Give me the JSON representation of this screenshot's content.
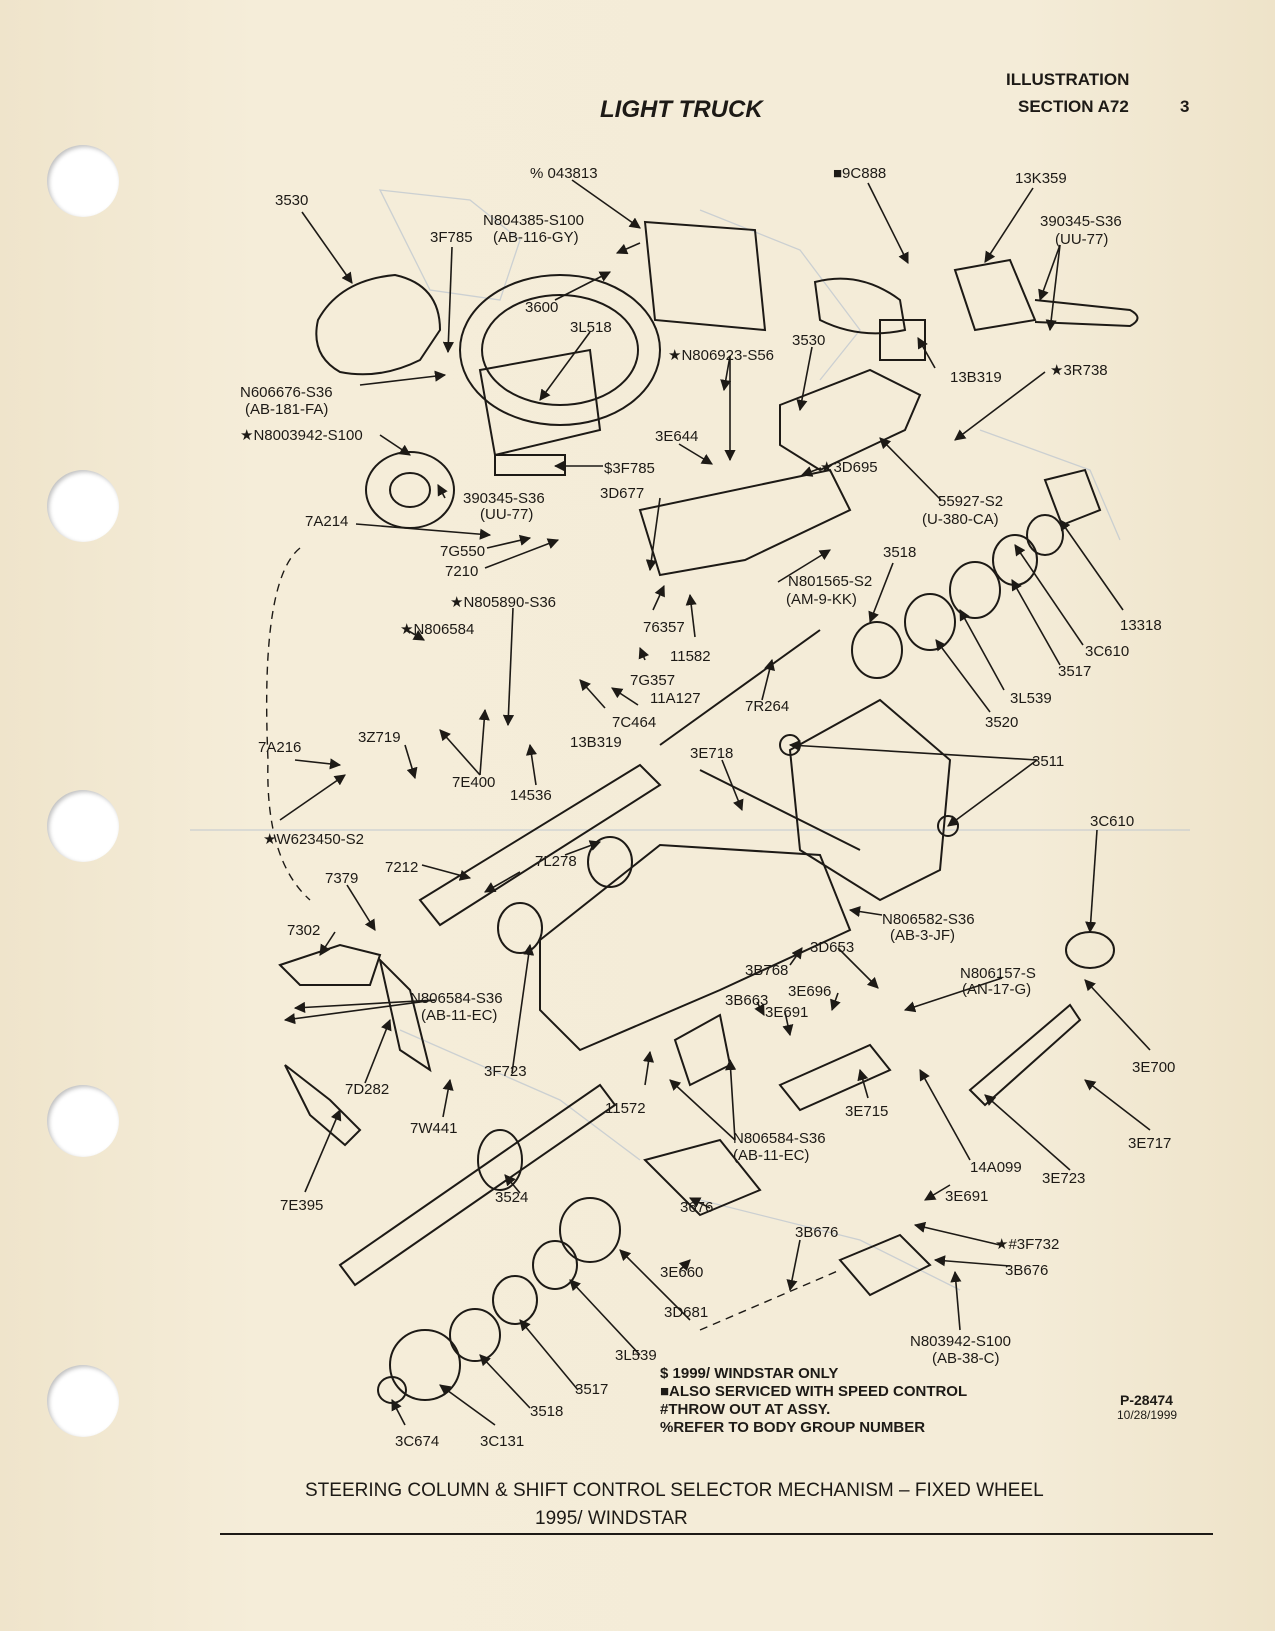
{
  "header": {
    "title": "LIGHT TRUCK",
    "illustration": "ILLUSTRATION",
    "section": "SECTION A72",
    "page_number": "3"
  },
  "callouts": [
    {
      "id": "c0",
      "text": "3530"
    },
    {
      "id": "c1",
      "text": "3F785"
    },
    {
      "id": "c2",
      "text": "% 043813"
    },
    {
      "id": "c3",
      "text": "N804385-S100"
    },
    {
      "id": "c4",
      "text": "(AB-116-GY)"
    },
    {
      "id": "c5",
      "text": "■9C888"
    },
    {
      "id": "c6",
      "text": "13K359"
    },
    {
      "id": "c7",
      "text": "390345-S36"
    },
    {
      "id": "c8",
      "text": "(UU-77)"
    },
    {
      "id": "c9",
      "text": "3600"
    },
    {
      "id": "c10",
      "text": "3L518"
    },
    {
      "id": "c11",
      "text": "3530"
    },
    {
      "id": "c12",
      "text": "★N806923-S56"
    },
    {
      "id": "c13",
      "text": "13B319"
    },
    {
      "id": "c14",
      "text": "★3R738"
    },
    {
      "id": "c15",
      "text": "N606676-S36"
    },
    {
      "id": "c16",
      "text": "(AB-181-FA)"
    },
    {
      "id": "c17",
      "text": "★N8003942-S100"
    },
    {
      "id": "c18",
      "text": "3E644"
    },
    {
      "id": "c19",
      "text": "$3F785"
    },
    {
      "id": "c20",
      "text": "★3D695"
    },
    {
      "id": "c21",
      "text": "390345-S36"
    },
    {
      "id": "c22",
      "text": "(UU-77)"
    },
    {
      "id": "c23",
      "text": "3D677"
    },
    {
      "id": "c24",
      "text": "55927-S2"
    },
    {
      "id": "c25",
      "text": "(U-380-CA)"
    },
    {
      "id": "c26",
      "text": "7A214"
    },
    {
      "id": "c27",
      "text": "7G550"
    },
    {
      "id": "c28",
      "text": "7210"
    },
    {
      "id": "c29",
      "text": "3518"
    },
    {
      "id": "c30",
      "text": "N801565-S2"
    },
    {
      "id": "c31",
      "text": "(AM-9-KK)"
    },
    {
      "id": "c32",
      "text": "★N805890-S36"
    },
    {
      "id": "c33",
      "text": "76357"
    },
    {
      "id": "c34",
      "text": "13318"
    },
    {
      "id": "c35",
      "text": "★N806584"
    },
    {
      "id": "c36",
      "text": "11582"
    },
    {
      "id": "c37",
      "text": "3C610"
    },
    {
      "id": "c38",
      "text": "3517"
    },
    {
      "id": "c39",
      "text": "7G357"
    },
    {
      "id": "c40",
      "text": "11A127"
    },
    {
      "id": "c41",
      "text": "7R264"
    },
    {
      "id": "c42",
      "text": "3L539"
    },
    {
      "id": "c43",
      "text": "7C464"
    },
    {
      "id": "c44",
      "text": "3520"
    },
    {
      "id": "c45",
      "text": "7A216"
    },
    {
      "id": "c46",
      "text": "3Z719"
    },
    {
      "id": "c47",
      "text": "13B319"
    },
    {
      "id": "c48",
      "text": "3E718"
    },
    {
      "id": "c49",
      "text": "3511"
    },
    {
      "id": "c50",
      "text": "7E400"
    },
    {
      "id": "c51",
      "text": "14536"
    },
    {
      "id": "c52",
      "text": "★W623450-S2"
    },
    {
      "id": "c53",
      "text": "3C610"
    },
    {
      "id": "c54",
      "text": "7L278"
    },
    {
      "id": "c55",
      "text": "7212"
    },
    {
      "id": "c56",
      "text": "7379"
    },
    {
      "id": "c57",
      "text": "N806582-S36"
    },
    {
      "id": "c58",
      "text": "(AB-3-JF)"
    },
    {
      "id": "c59",
      "text": "7302"
    },
    {
      "id": "c60",
      "text": "3D653"
    },
    {
      "id": "c61",
      "text": "3B768"
    },
    {
      "id": "c62",
      "text": "N806157-S"
    },
    {
      "id": "c63",
      "text": "(AN-17-G)"
    },
    {
      "id": "c64",
      "text": "3E696"
    },
    {
      "id": "c65",
      "text": "N806584-S36"
    },
    {
      "id": "c66",
      "text": "(AB-11-EC)"
    },
    {
      "id": "c67",
      "text": "3B663"
    },
    {
      "id": "c68",
      "text": "3E691"
    },
    {
      "id": "c69",
      "text": "3E700"
    },
    {
      "id": "c70",
      "text": "3F723"
    },
    {
      "id": "c71",
      "text": "7D282"
    },
    {
      "id": "c72",
      "text": "11572"
    },
    {
      "id": "c73",
      "text": "3E715"
    },
    {
      "id": "c74",
      "text": "7W441"
    },
    {
      "id": "c75",
      "text": "N806584-S36"
    },
    {
      "id": "c76",
      "text": "(AB-11-EC)"
    },
    {
      "id": "c77",
      "text": "14A099"
    },
    {
      "id": "c78",
      "text": "3E717"
    },
    {
      "id": "c79",
      "text": "3E723"
    },
    {
      "id": "c80",
      "text": "3E691"
    },
    {
      "id": "c81",
      "text": "7E395"
    },
    {
      "id": "c82",
      "text": "3524"
    },
    {
      "id": "c83",
      "text": "3676"
    },
    {
      "id": "c84",
      "text": "3B676"
    },
    {
      "id": "c85",
      "text": "★#3F732"
    },
    {
      "id": "c86",
      "text": "3E660"
    },
    {
      "id": "c87",
      "text": "3B676"
    },
    {
      "id": "c88",
      "text": "3D681"
    },
    {
      "id": "c89",
      "text": "N803942-S100"
    },
    {
      "id": "c90",
      "text": "(AB-38-C)"
    },
    {
      "id": "c91",
      "text": "3L539"
    },
    {
      "id": "c92",
      "text": "3517"
    },
    {
      "id": "c93",
      "text": "3518"
    },
    {
      "id": "c94",
      "text": "3C674"
    },
    {
      "id": "c95",
      "text": "3C131"
    }
  ],
  "notes": [
    "$ 1999/ WINDSTAR ONLY",
    "■ALSO SERVICED WITH SPEED CONTROL",
    "#THROW OUT AT ASSY.",
    "%REFER TO BODY GROUP NUMBER"
  ],
  "figure_ref": "P-28474",
  "figure_date": "10/28/1999",
  "caption": {
    "line1": "STEERING COLUMN & SHIFT CONTROL SELECTOR MECHANISM – FIXED WHEEL",
    "line2": "1995/ WINDSTAR"
  }
}
